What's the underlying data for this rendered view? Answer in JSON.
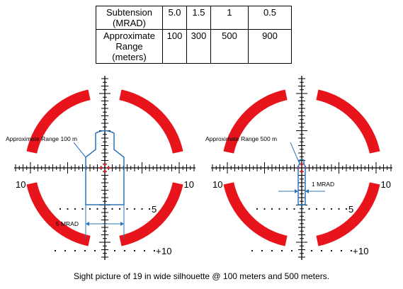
{
  "table": {
    "row1_label": "Subtension\n(MRAD)",
    "row1_values": [
      "5.0",
      "1.5",
      "1",
      "0.5"
    ],
    "row2_label": "Approximate\nRange\n(meters)",
    "row2_values": [
      "100",
      "300",
      "500",
      "900"
    ]
  },
  "reticles": [
    {
      "annotation": "Approximate Range 100 m",
      "left_number": "10",
      "right_number": "10",
      "dot_label_5": "5",
      "dot_label_10": "10",
      "measure_label": "5 MRAD"
    },
    {
      "annotation": "Approximate Range 500 m",
      "left_number": "10",
      "right_number": "10",
      "dot_label_5": "5",
      "dot_label_10": "10",
      "measure_label": "1 MRAD"
    }
  ],
  "caption": "Sight picture of 19 in wide silhouette @ 100 meters and 500 meters.",
  "colors": {
    "reticle_ring": "#e8141b",
    "silhouette": "#2e75b6",
    "reticle_lines": "#000000",
    "center_dots": "#e8141b"
  }
}
